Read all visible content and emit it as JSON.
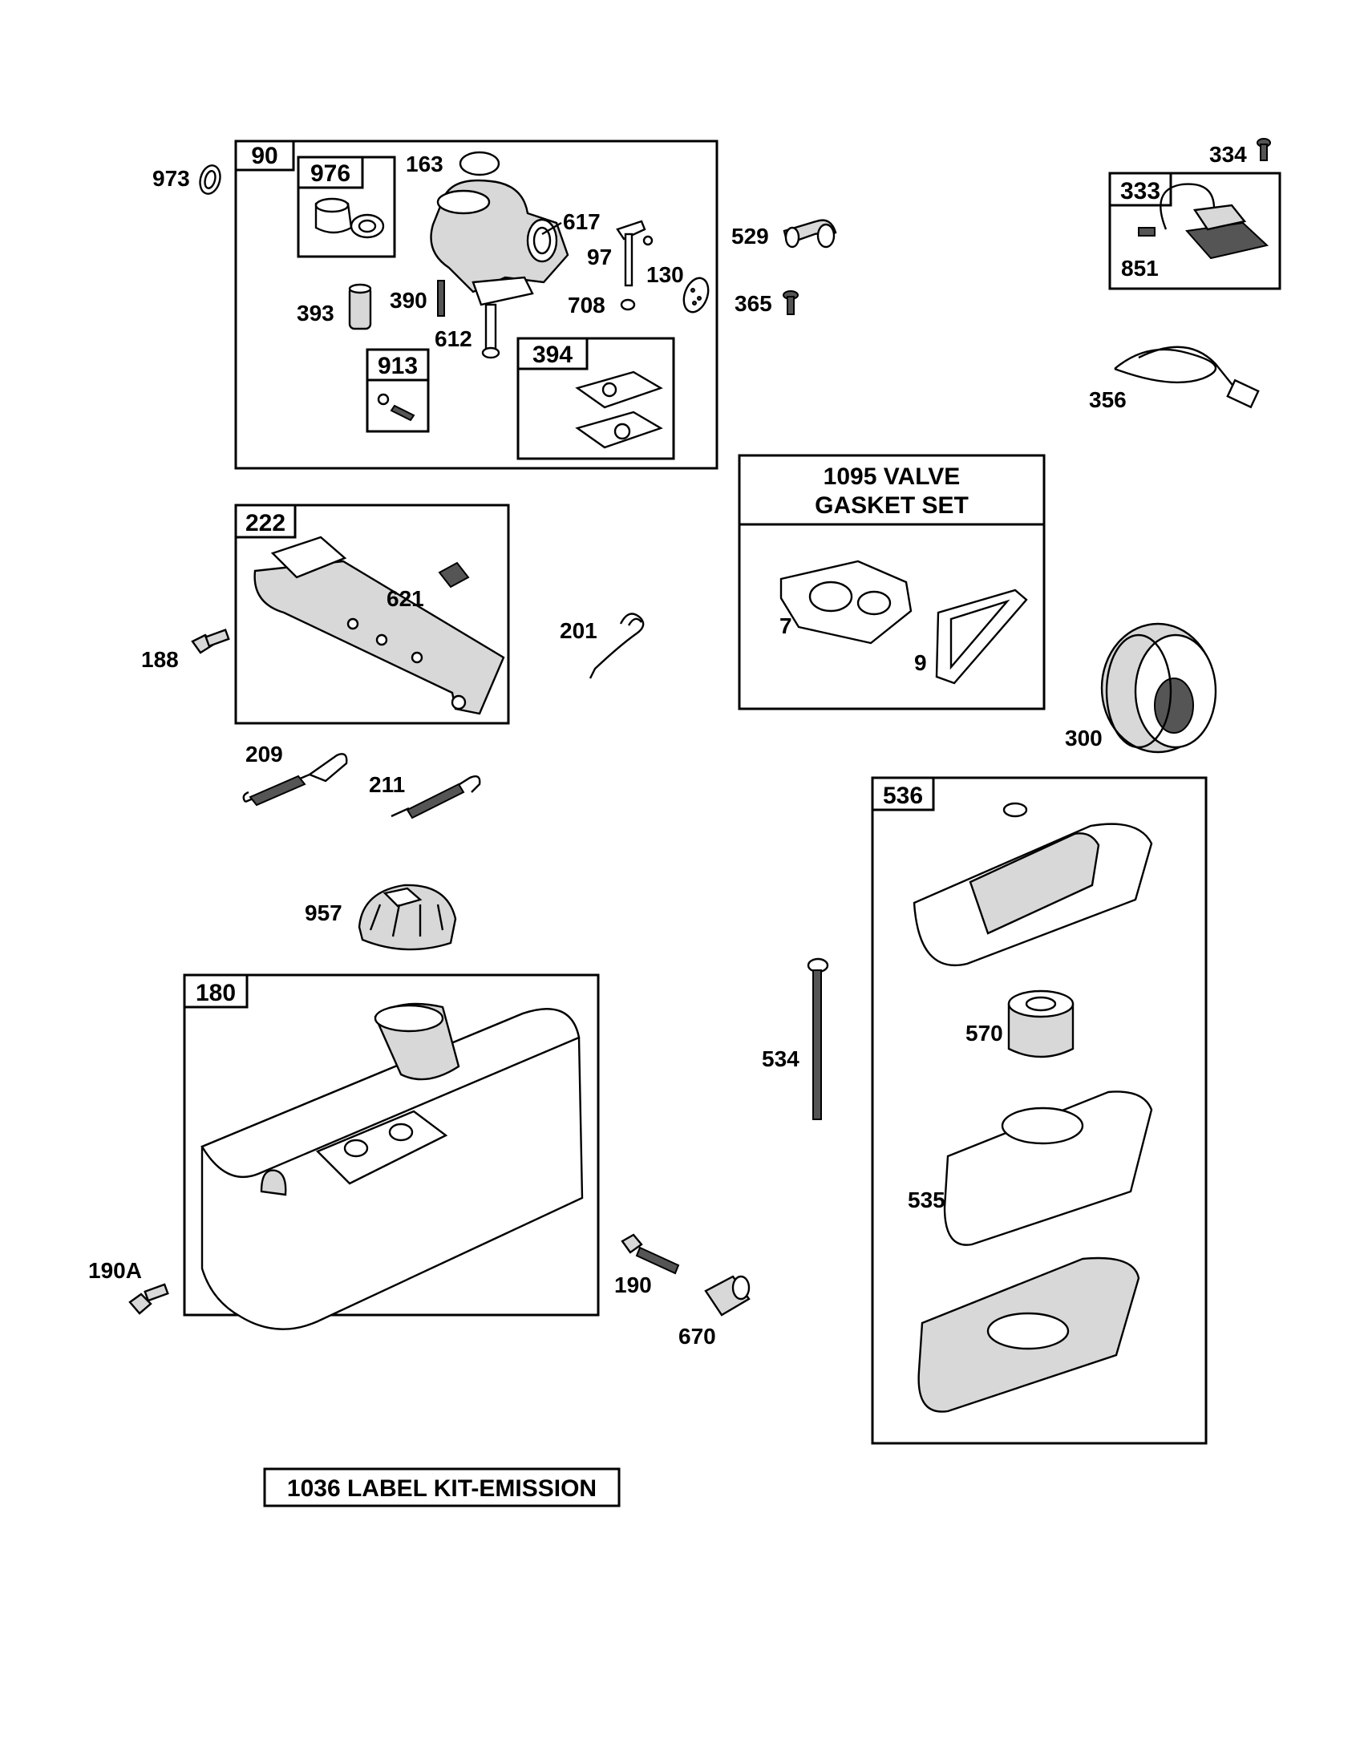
{
  "groups": {
    "g90": "90",
    "g976": "976",
    "g913": "913",
    "g394": "394",
    "g222": "222",
    "g333": "333",
    "g180": "180",
    "g536": "536"
  },
  "kits": {
    "valve_gasket_line1": "1095 VALVE",
    "valve_gasket_line2": "GASKET SET",
    "label_kit": "1036 LABEL KIT-EMISSION"
  },
  "parts": {
    "p973": "973",
    "p163": "163",
    "p617": "617",
    "p97": "97",
    "p130": "130",
    "p708": "708",
    "p393": "393",
    "p390": "390",
    "p612": "612",
    "p529": "529",
    "p365": "365",
    "p334": "334",
    "p851": "851",
    "p356": "356",
    "p621": "621",
    "p188": "188",
    "p201": "201",
    "p7": "7",
    "p9": "9",
    "p300": "300",
    "p209": "209",
    "p211": "211",
    "p957": "957",
    "p534": "534",
    "p570": "570",
    "p535": "535",
    "p190A": "190A",
    "p190": "190",
    "p670": "670"
  }
}
